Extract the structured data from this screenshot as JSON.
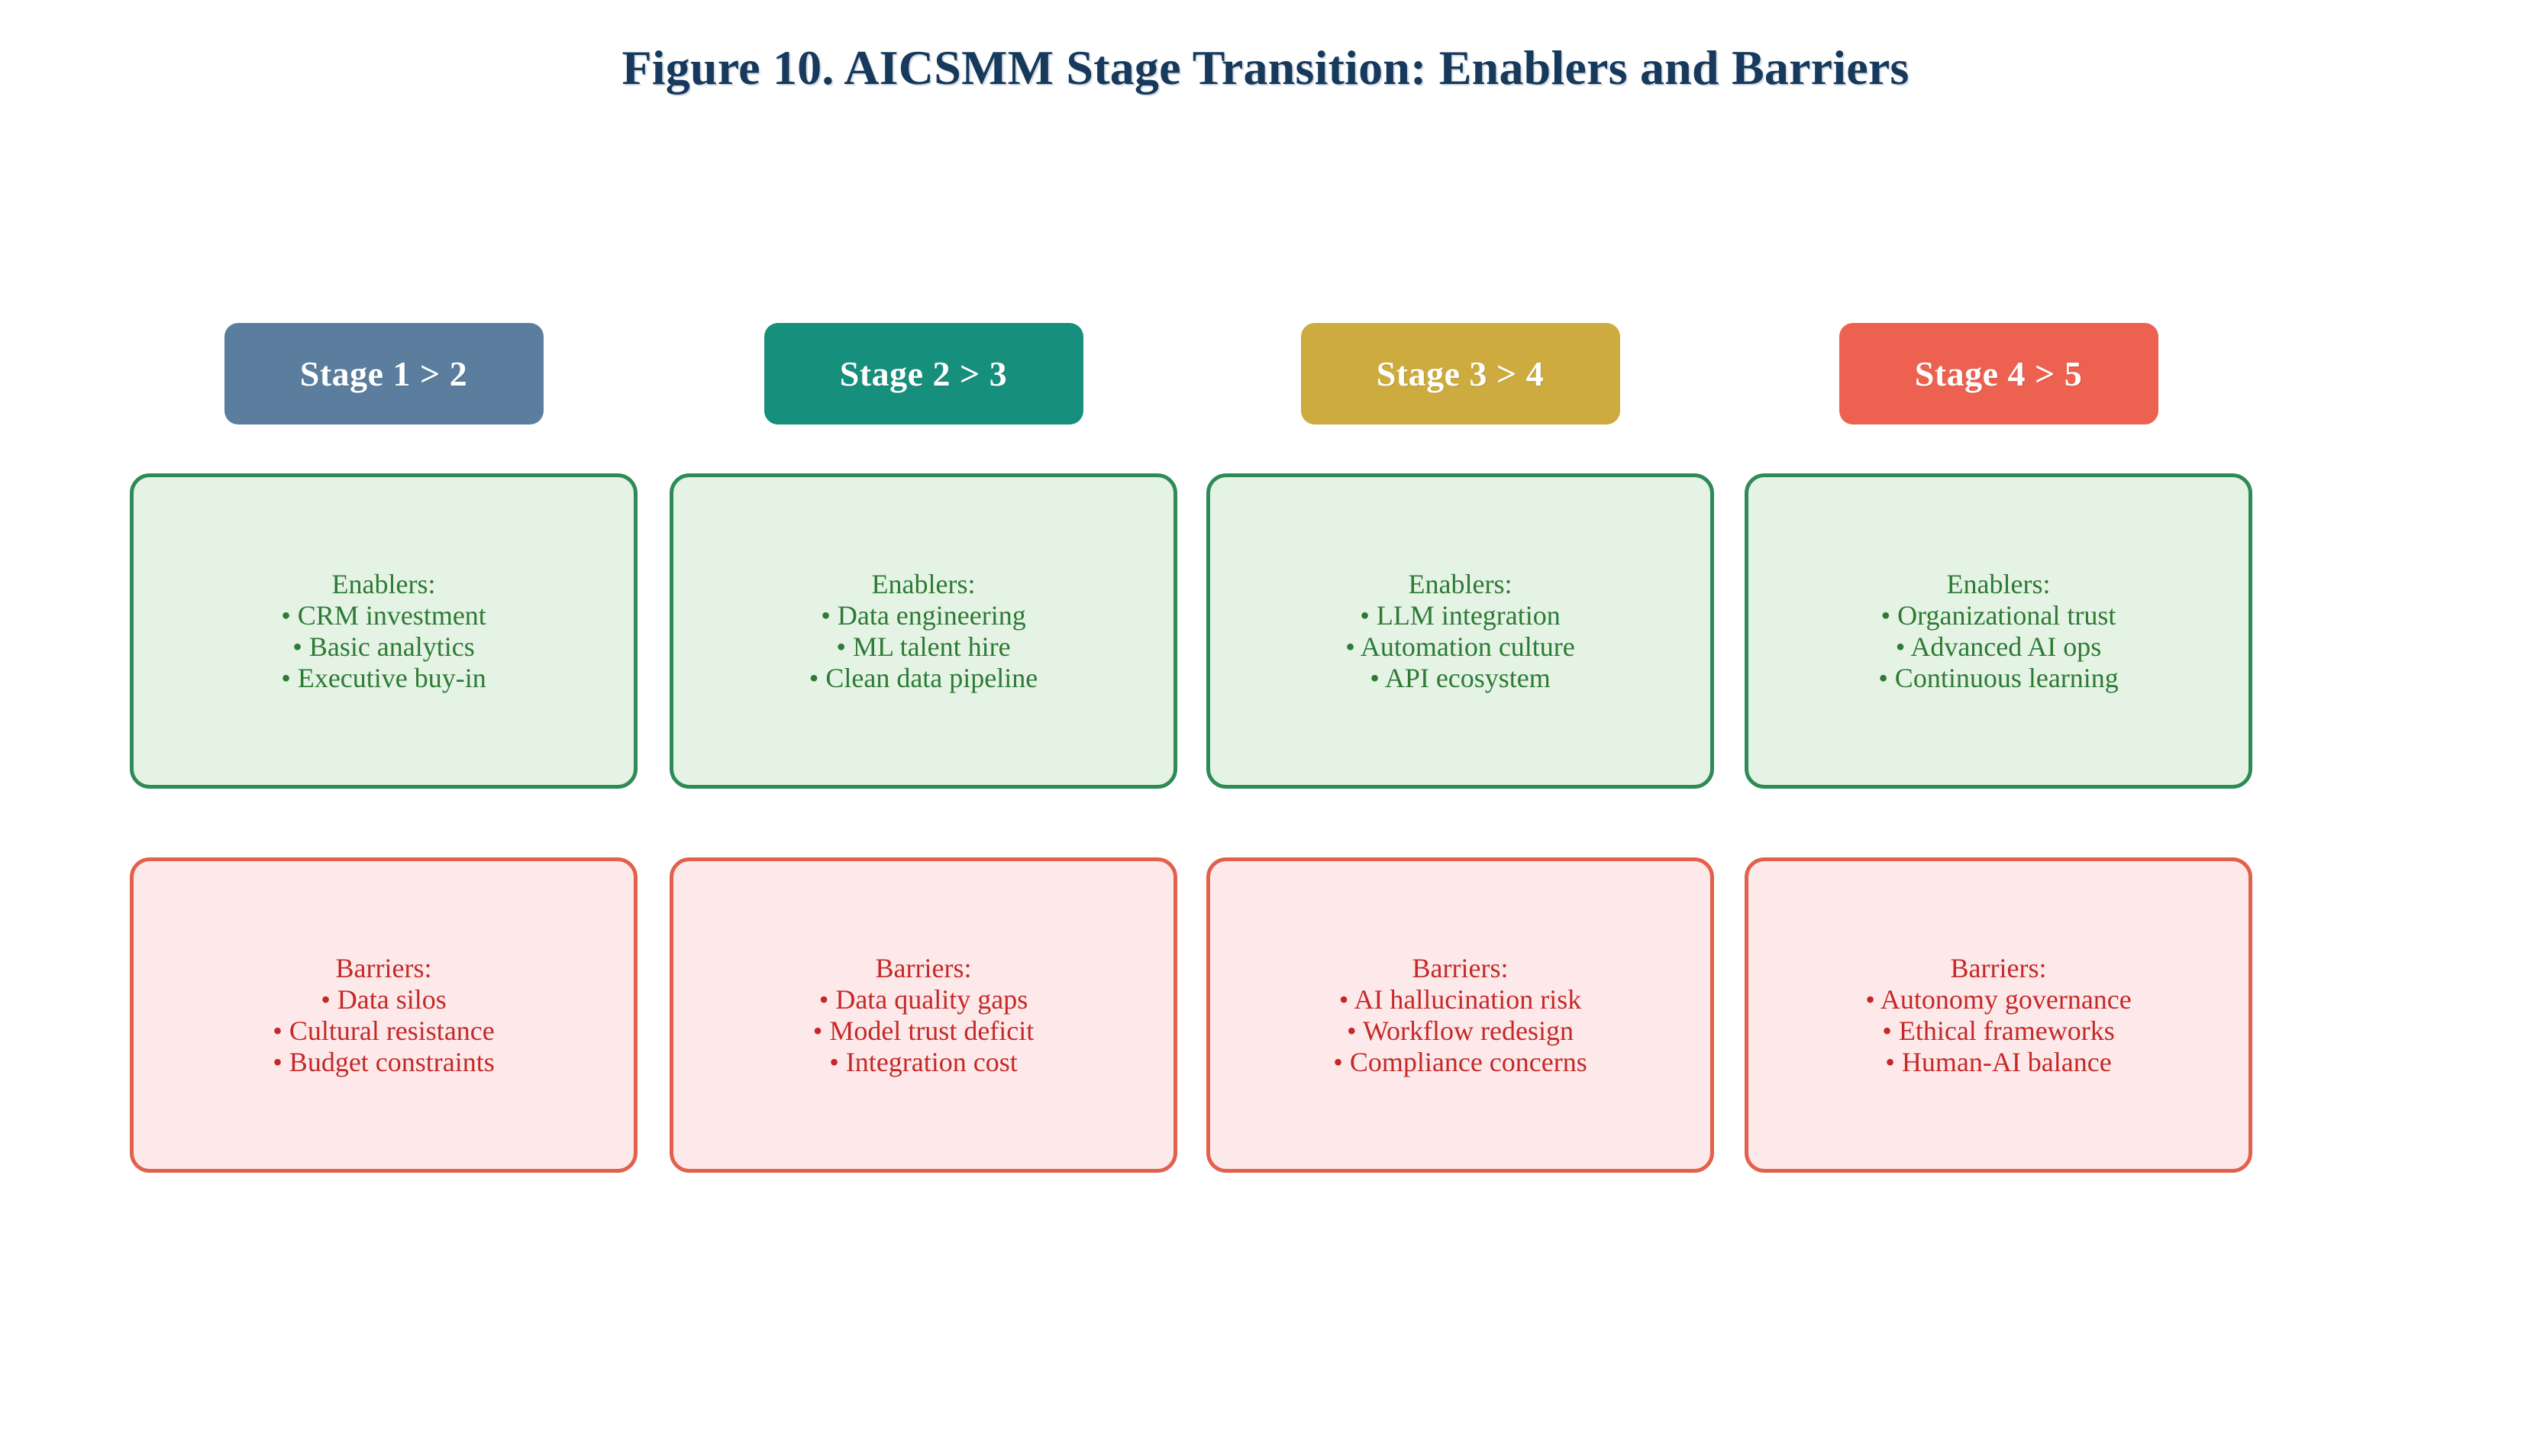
{
  "figure": {
    "title": "Figure 10. AICSMM Stage Transition: Enablers and Barriers",
    "title_color": "#16395c",
    "background": "#ffffff"
  },
  "labels": {
    "enablers_heading": "Enablers:",
    "barriers_heading": "Barriers:",
    "bullet": "•"
  },
  "palette": {
    "stage_1_2": "#5b7e9e",
    "stage_2_3": "#168f7c",
    "stage_3_4": "#cdab3e",
    "stage_4_5": "#ec6150",
    "enabler_fill": "#e4f3e4",
    "enabler_border": "#2e8b57",
    "enabler_text": "#2d7a35",
    "barrier_fill": "#fde9e9",
    "barrier_border": "#e2614c",
    "barrier_text": "#c62828"
  },
  "columns": [
    {
      "stage_label": "Stage 1 > 2",
      "stage_color": "#5b7e9e",
      "enablers_title": "Enablers:",
      "enablers_items": [
        "CRM investment",
        "Basic analytics",
        "Executive buy-in"
      ],
      "enablers_text": "Enablers:\n• CRM investment\n• Basic analytics\n• Executive buy-in",
      "barriers_title": "Barriers:",
      "barriers_items": [
        "Data silos",
        "Cultural resistance",
        "Budget constraints"
      ],
      "barriers_text": "Barriers:\n• Data silos\n• Cultural resistance\n• Budget constraints"
    },
    {
      "stage_label": "Stage 2 > 3",
      "stage_color": "#168f7c",
      "enablers_title": "Enablers:",
      "enablers_items": [
        "Data engineering",
        "ML talent hire",
        "Clean data pipeline"
      ],
      "enablers_text": "Enablers:\n• Data engineering\n• ML talent hire\n• Clean data pipeline",
      "barriers_title": "Barriers:",
      "barriers_items": [
        "Data quality gaps",
        "Model trust deficit",
        "Integration cost"
      ],
      "barriers_text": "Barriers:\n• Data quality gaps\n• Model trust deficit\n• Integration cost"
    },
    {
      "stage_label": "Stage 3 > 4",
      "stage_color": "#cdab3e",
      "enablers_title": "Enablers:",
      "enablers_items": [
        "LLM integration",
        "Automation culture",
        "API ecosystem"
      ],
      "enablers_text": "Enablers:\n• LLM integration\n• Automation culture\n• API ecosystem",
      "barriers_title": "Barriers:",
      "barriers_items": [
        "AI hallucination risk",
        "Workflow redesign",
        "Compliance concerns"
      ],
      "barriers_text": "Barriers:\n• AI hallucination risk\n• Workflow redesign\n• Compliance concerns"
    },
    {
      "stage_label": "Stage 4 > 5",
      "stage_color": "#ec6150",
      "enablers_title": "Enablers:",
      "enablers_items": [
        "Organizational trust",
        "Advanced AI ops",
        "Continuous learning"
      ],
      "enablers_text": "Enablers:\n• Organizational trust\n• Advanced AI ops\n• Continuous learning",
      "barriers_title": "Barriers:",
      "barriers_items": [
        "Autonomy governance",
        "Ethical frameworks",
        "Human-AI balance"
      ],
      "barriers_text": "Barriers:\n• Autonomy governance\n• Ethical frameworks\n• Human-AI balance"
    }
  ]
}
